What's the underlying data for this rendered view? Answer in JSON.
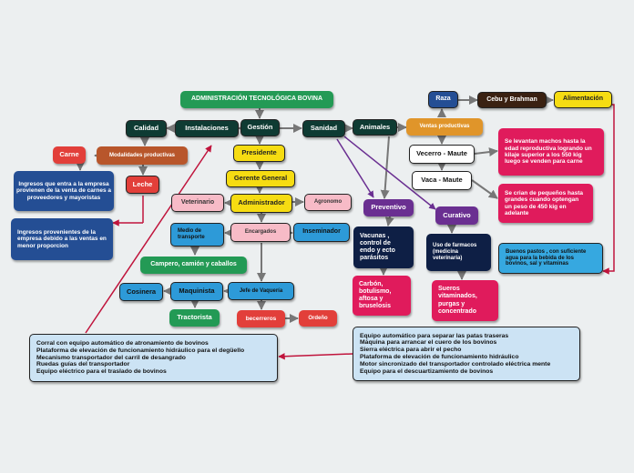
{
  "colors": {
    "background": "#eceff0",
    "connector": "#777777",
    "accent_line": "#c0143c",
    "purple_line": "#6a2f91"
  },
  "nodes": {
    "title": "ADMINISTRACIÓN TECNOLÓGICA BOVINA",
    "gestion": "Gestión",
    "instalaciones": "Instalaciones",
    "calidad": "Calidad",
    "sanidad": "Sanidad",
    "animales": "Animales",
    "ventas": "Ventas productivas",
    "raza": "Raza",
    "cebu": "Cebu y Brahman",
    "alimentacion": "Alimentación",
    "presidente": "Presidente",
    "gerente": "Gerente General",
    "administrador": "Administrador",
    "veterinario": "Veterinario",
    "agronomo": "Agronomo",
    "encargados": "Encargados",
    "inseminador": "Inseminador",
    "medio_transporte": "Medio de transporte",
    "campero": "Campero, camión y caballos",
    "jefe_vaqueria": "Jefe de Vaquería",
    "maquinista": "Maquinista",
    "cosinera": "Cosinera",
    "tractorista": "Tractorista",
    "becerreros": "becerreros",
    "ordeno": "Ordeño",
    "carne": "Carne",
    "modalidades": "Modalidades productivas",
    "leche": "Leche",
    "ingresos_carne": "Ingresos que entra a la empresa provienen de la venta de carnes a proveedores y mayoristas",
    "ingresos_leche": "Ingresos provenientes de la empresa debido a las ventas en menor proporcion",
    "vecerro": "Vecerro - Maute",
    "vaca": "Vaca - Maute",
    "machos": "Se levantan machos hasta la edad reproductiva logrando un kilaje superior a los 550 kig luego se venden para carne",
    "pequenos": "Se crian de pequeños hasta grandes cuando optengan un peso de 450 kig en adelante",
    "preventivo": "Preventivo",
    "curativo": "Curativo",
    "vacunas": "Vacunas , control de endo y ecto parásitos",
    "carbon": "Carbón, botulismo, aftosa y bruselosis",
    "farmacos": "Uso de farmacos (medicina veterinaria)",
    "sueros": "Sueros vitaminados, purgas y concentrado",
    "pastos": "Buenos pastos , con suficiente agua para la bebida de los bovinos, sal y vitaminas"
  },
  "instalaciones_list": [
    "Corral con equipo automático de atronamiento de bovinos",
    "Plataforma de elevación de funcionamiento hidráulico para el degüello",
    "Mecanismo transportador del carril de desangrado",
    "Ruedas guías del transportador",
    "Equipo eléctrico para el traslado de bovinos"
  ],
  "equipos_list": [
    "Equipo automático para separar las patas traseras",
    "Máquina para arrancar el cuero de los bovinos",
    "Sierra eléctrica para abrir el pecho",
    "Plataforma de elevación de funcionamiento hidráulico",
    "Motor sincronizado del transportador controlado eléctrica mente",
    "Equipo para el descuartizamiento de bovinos"
  ]
}
